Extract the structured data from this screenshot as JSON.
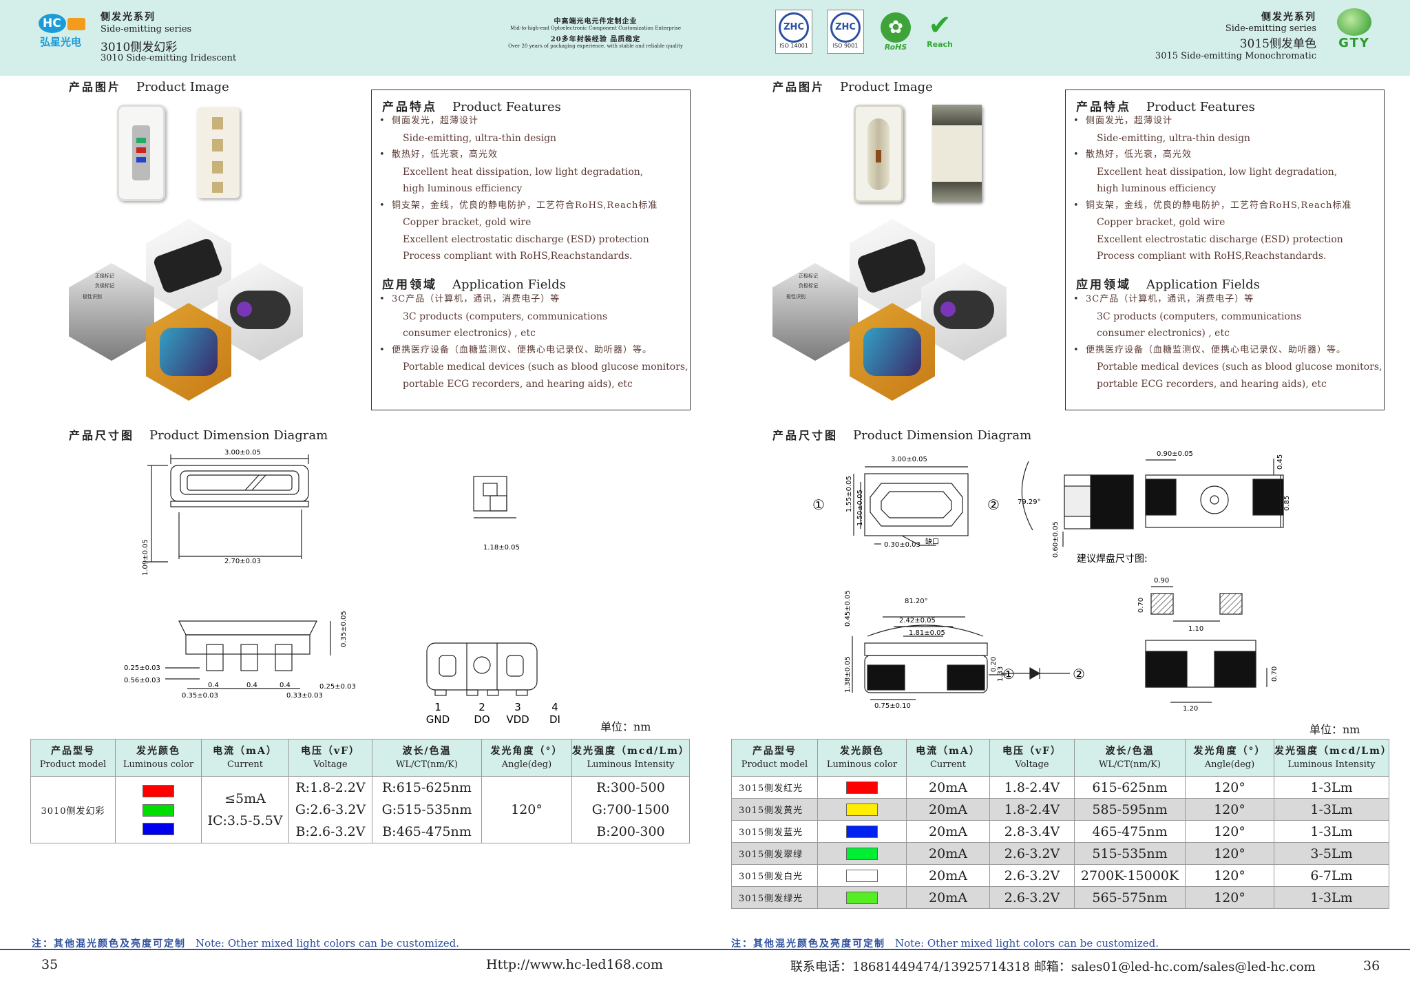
{
  "header": {
    "left": {
      "logo": "HC",
      "logo_text": "弘星光电",
      "series_cn": "侧发光系列",
      "series_en": "Side-emitting series",
      "product_cn": "3010侧发幻彩",
      "product_en": "3010 Side-emitting Iridescent"
    },
    "center": {
      "line1": "中高端光电元件定制企业",
      "line2": "Mid-to-high-end Optoelectronic Component Customization Enterprise",
      "line3": "20多年封装经验 品质稳定",
      "line4": "Over 20 years of packaging experience, with stable and reliable quality"
    },
    "certs": [
      "ISO 14001",
      "ISO 9001",
      "RoHS",
      "Reach"
    ],
    "right": {
      "series_cn": "侧发光系列",
      "series_en": "Side-emitting series",
      "product_cn": "3015侧发单色",
      "product_en": "3015 Side-emitting Monochromatic",
      "logo": "GTY"
    }
  },
  "common": {
    "product_image_cn": "产品图片",
    "product_image_en": "Product Image",
    "features_cn": "产品特点",
    "features_en": "Product Features",
    "features": [
      {
        "text": "侧面发光，超薄设计",
        "cn": true,
        "bullet": true
      },
      {
        "text": "Side-emitting, ultra-thin design"
      },
      {
        "text": "散热好，低光衰，高光效",
        "cn": true,
        "bullet": true
      },
      {
        "text": "Excellent heat dissipation, low light degradation,"
      },
      {
        "text": "high luminous efficiency"
      },
      {
        "text": "铜支架，金线，优良的静电防护，工艺符合RoHS,Reach标准",
        "cn": true,
        "bullet": true
      },
      {
        "text": "Copper bracket,  gold wire"
      },
      {
        "text": "Excellent electrostatic discharge (ESD) protection"
      },
      {
        "text": "Process compliant with RoHS,Reachstandards."
      }
    ],
    "apps_cn": "应用领域",
    "apps_en": "Application Fields",
    "apps": [
      {
        "text": "3C产品（计算机，通讯，消费电子）等",
        "cn": true,
        "bullet": true
      },
      {
        "text": "3C products (computers, communications"
      },
      {
        "text": "consumer electronics) , etc"
      },
      {
        "text": "便携医疗设备（血糖监测仪、便携心电记录仪、助听器）等。",
        "cn": true,
        "bullet": true
      },
      {
        "text": "Portable medical devices (such as blood glucose monitors,"
      },
      {
        "text": "portable ECG recorders, and hearing aids), etc"
      }
    ],
    "dim_cn": "产品尺寸图",
    "dim_en": "Product Dimension Diagram",
    "unit": "单位：nm",
    "note_cn": "注：其他混光颜色及亮度可定制",
    "note_en": "Note: Other mixed light colors can be customized.",
    "hex_labels": [
      "正极标记",
      "负极标记",
      "极性识别"
    ]
  },
  "table_headers": [
    {
      "cn": "产品型号",
      "en": "Product model"
    },
    {
      "cn": "发光颜色",
      "en": "Luminous color"
    },
    {
      "cn": "电流（mA）",
      "en": "Current"
    },
    {
      "cn": "电压（vF）",
      "en": "Voltage"
    },
    {
      "cn": "波长/色温",
      "en": "WL/CT(nm/K)"
    },
    {
      "cn": "发光角度（°）",
      "en": "Angle(deg)"
    },
    {
      "cn": "发光强度（mcd/Lm）",
      "en": "Luminous Intensity"
    }
  ],
  "left_table": {
    "model": "3010侧发幻彩",
    "colors": [
      "#ff0000",
      "#00dd00",
      "#0000ee"
    ],
    "current_1": "≤5mA",
    "current_2": "IC:3.5-5.5V",
    "voltage": [
      "R:1.8-2.2V",
      "G:2.6-3.2V",
      "B:2.6-3.2V"
    ],
    "wavelength": [
      "R:615-625nm",
      "G:515-535nm",
      "B:465-475nm"
    ],
    "angle": "120°",
    "intensity": [
      "R:300-500",
      "G:700-1500",
      "B:200-300"
    ]
  },
  "right_table": [
    {
      "model": "3015侧发红光",
      "color": "#ff0000",
      "current": "20mA",
      "voltage": "1.8-2.4V",
      "wl": "615-625nm",
      "angle": "120°",
      "lum": "1-3Lm"
    },
    {
      "model": "3015侧发黄光",
      "color": "#ffee00",
      "current": "20mA",
      "voltage": "1.8-2.4V",
      "wl": "585-595nm",
      "angle": "120°",
      "lum": "1-3Lm"
    },
    {
      "model": "3015侧发蓝光",
      "color": "#0022ee",
      "current": "20mA",
      "voltage": "2.8-3.4V",
      "wl": "465-475nm",
      "angle": "120°",
      "lum": "1-3Lm"
    },
    {
      "model": "3015侧发翠绿",
      "color": "#00ee33",
      "current": "20mA",
      "voltage": "2.6-3.2V",
      "wl": "515-535nm",
      "angle": "120°",
      "lum": "3-5Lm"
    },
    {
      "model": "3015侧发白光",
      "color": "#ffffff",
      "current": "20mA",
      "voltage": "2.6-3.2V",
      "wl": "2700K-15000K",
      "angle": "120°",
      "lum": "6-7Lm"
    },
    {
      "model": "3015侧发绿光",
      "color": "#55ee22",
      "current": "20mA",
      "voltage": "2.6-3.2V",
      "wl": "565-575nm",
      "angle": "120°",
      "lum": "1-3Lm"
    }
  ],
  "left_dims": {
    "top_w": "3.00±0.05",
    "inner_w": "2.70±0.03",
    "height": "1.09±0.05",
    "side": "1.18±0.05",
    "h035": "0.35±0.05",
    "d025": "0.25±0.03",
    "d056": "0.56±0.03",
    "d035": "0.35±0.03",
    "d04a": "0.4",
    "d04b": "0.4",
    "d04c": "0.4",
    "d033": "0.33±0.03",
    "d025b": "0.25±0.03",
    "pins": [
      {
        "n": "1",
        "l": "GND"
      },
      {
        "n": "2",
        "l": "DO"
      },
      {
        "n": "3",
        "l": "VDD"
      },
      {
        "n": "4",
        "l": "DI"
      }
    ]
  },
  "right_dims": {
    "top_w": "3.00±0.05",
    "h155": "1.55±0.05",
    "h150": "1.50±0.05",
    "d030": "0.30±0.03",
    "mark": "缺口",
    "angle": "79.29°",
    "d060": "0.60±0.05",
    "d090": "0.90±0.05",
    "d045": "0.45",
    "d085": "0.85",
    "pad_title": "建议焊盘尺寸图:",
    "pad090": "0.90",
    "pad070": "0.70",
    "pad110": "1.10",
    "a8120": "81.20°",
    "d242": "2.42±0.05",
    "d181": "1.81±0.05",
    "d045b": "0.45±0.05",
    "d138": "1.38±0.05",
    "d020": "0.20",
    "d133": "1.33",
    "d075": "0.75±0.10",
    "pad120": "1.20",
    "pad070b": "0.70",
    "c1": "①",
    "c2": "②"
  },
  "footer": {
    "page_left": "35",
    "url": "Http://www.hc-led168.com",
    "contact": "联系电话：18681449474/13925714318  邮箱：sales01@led-hc.com/sales@led-hc.com",
    "page_right": "36"
  }
}
